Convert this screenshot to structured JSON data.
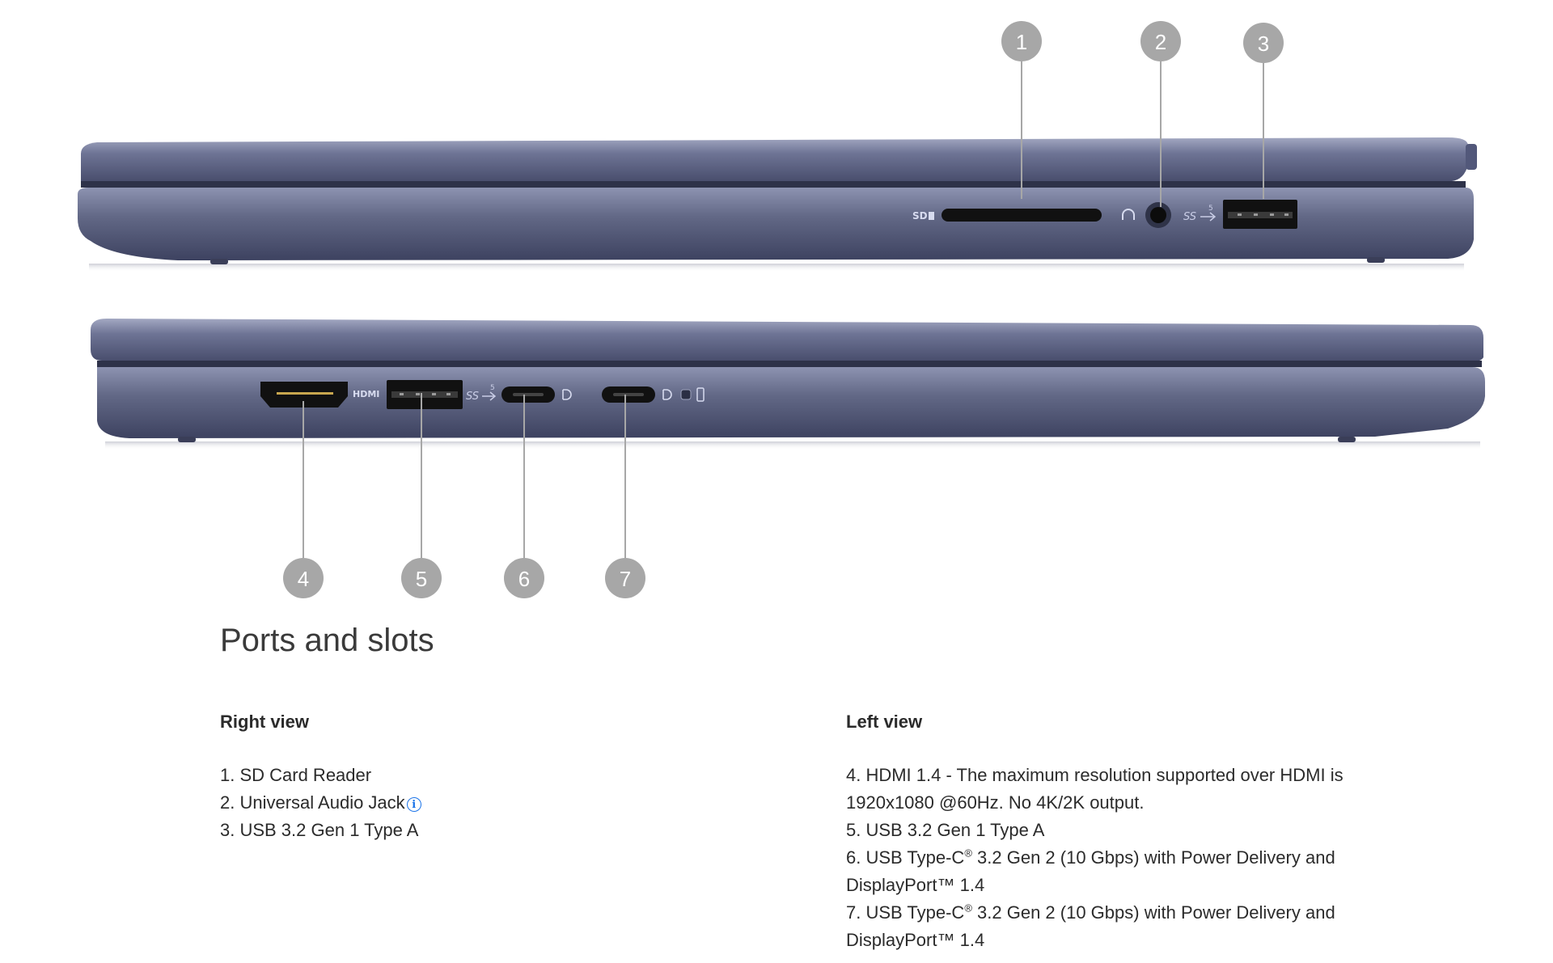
{
  "illustration": {
    "callouts": [
      "1",
      "2",
      "3",
      "4",
      "5",
      "6",
      "7"
    ],
    "port_marks": {
      "sd": "SD",
      "hdmi": "HDMI",
      "usb_ss": "SS",
      "usb_ss_speed": "5"
    },
    "colors": {
      "chassis": "#5d6382",
      "chassis_dark": "#3e4360",
      "lid_highlight": "#9aa0bd",
      "callout_gray": "#a7a7a7",
      "port_black": "#111111",
      "marking": "#d7dbef"
    }
  },
  "section": {
    "title": "Ports and slots",
    "right_view": {
      "heading": "Right view",
      "items": [
        "1. SD Card Reader",
        "2. Universal Audio Jack",
        "3. USB 3.2 Gen 1 Type A"
      ],
      "info_icon": "i"
    },
    "left_view": {
      "heading": "Left view",
      "items": [
        {
          "text": "4. HDMI 1.4 - The maximum resolution supported over HDMI is 1920x1080 @60Hz. No 4K/2K output."
        },
        {
          "text": "5. USB 3.2 Gen 1 Type A"
        },
        {
          "pre": "6. USB Type-C",
          "sup": "®",
          "post": " 3.2 Gen 2 (10 Gbps) with Power Delivery and DisplayPort™ 1.4"
        },
        {
          "pre": "7. USB Type-C",
          "sup": "®",
          "post": " 3.2 Gen 2 (10 Gbps) with Power Delivery and DisplayPort™ 1.4"
        }
      ]
    }
  }
}
